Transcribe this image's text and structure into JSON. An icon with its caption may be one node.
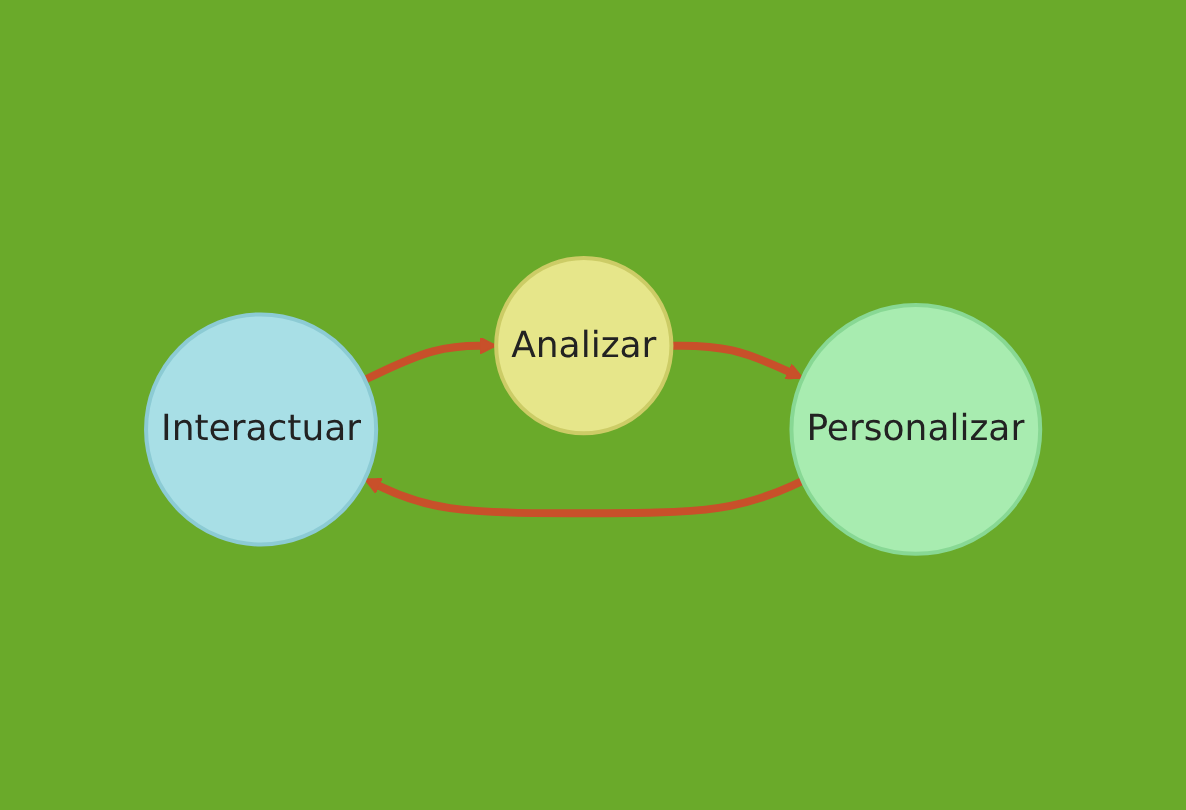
{
  "diagram": {
    "nodes": [
      {
        "text": [
          "Interactuar"
        ]
      },
      {
        "text": [
          "Analizar"
        ]
      },
      {
        "text": [
          "Personalizar"
        ]
      }
    ],
    "edges": [
      {
        "from": 0,
        "to": 1,
        "arrow": "to"
      },
      {
        "from": 1,
        "to": 2,
        "arrow": "to"
      },
      {
        "from": 2,
        "to": 0,
        "arrow": "to"
      }
    ]
  }
}
